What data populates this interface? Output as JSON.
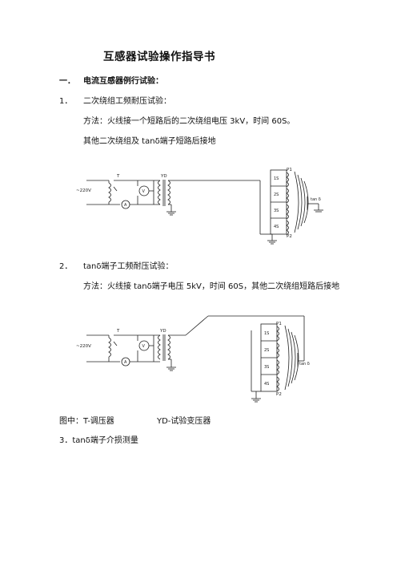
{
  "doc": {
    "title": "互感器试验操作指导书",
    "section1": {
      "num": "一．",
      "heading": "电流互感器例行试验："
    },
    "item1": {
      "num": "1．",
      "heading": "二次绕组工频耐压试验：",
      "line1": "方法：火线接一个短路后的二次绕组电压 3kV，时间 60S。",
      "line2": "其他二次绕组及 tanδ端子短路后接地"
    },
    "item2": {
      "num": "2．",
      "heading": "tanδ端子工频耐压试验：",
      "line1": "方法：火线接 tanδ端子电压 5kV，时间 60S，其他二次绕组短路后接地"
    },
    "legend": {
      "prefix": "图中：",
      "t": "T-调压器",
      "yd": "YD-试验变压器"
    },
    "item3": "3．tanδ端子介损测量"
  },
  "diagram1": {
    "supply": "~220V",
    "t": "T",
    "yd": "YD",
    "v": "V",
    "a": "A",
    "p1": "P1",
    "p2": "P2",
    "windings": [
      "1S",
      "2S",
      "3S",
      "4S"
    ],
    "tan": "tan δ"
  },
  "diagram2": {
    "supply": "~220V",
    "t": "T",
    "yd": "YD",
    "v": "V",
    "a": "A",
    "p1": "P1",
    "p2": "P2",
    "windings": [
      "1S",
      "2S",
      "3S",
      "4S"
    ],
    "tan": "tan δ"
  }
}
